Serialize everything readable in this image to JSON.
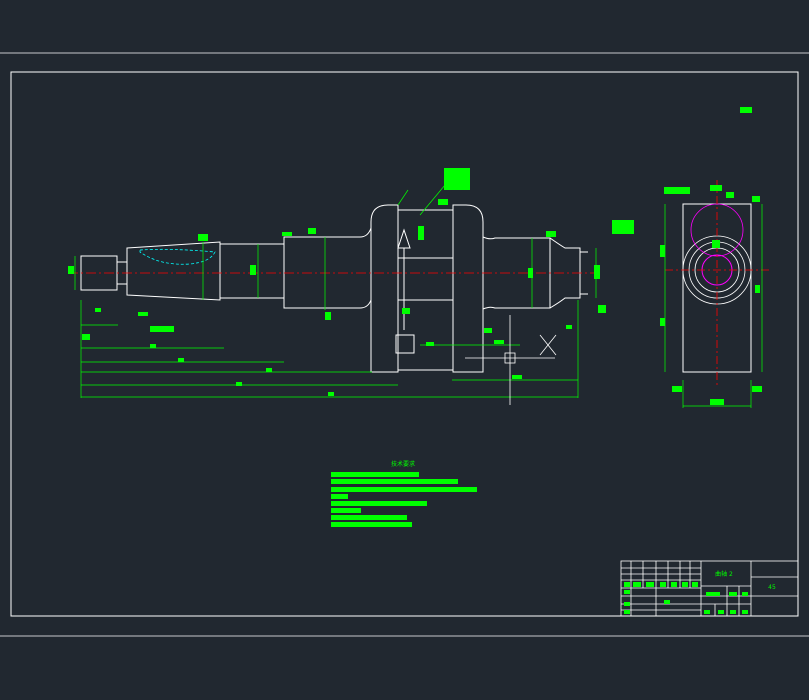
{
  "colors": {
    "background": "#212830",
    "outline": "#ffffff",
    "dimension": "#00ff00",
    "centerline": "#ff0000",
    "hatch": "#00ffff",
    "circle_accent": "#ff00ff"
  },
  "drawing": {
    "tech_title": "技术要求",
    "title_block": {
      "part_name": "曲轴 2",
      "material": "45"
    }
  }
}
